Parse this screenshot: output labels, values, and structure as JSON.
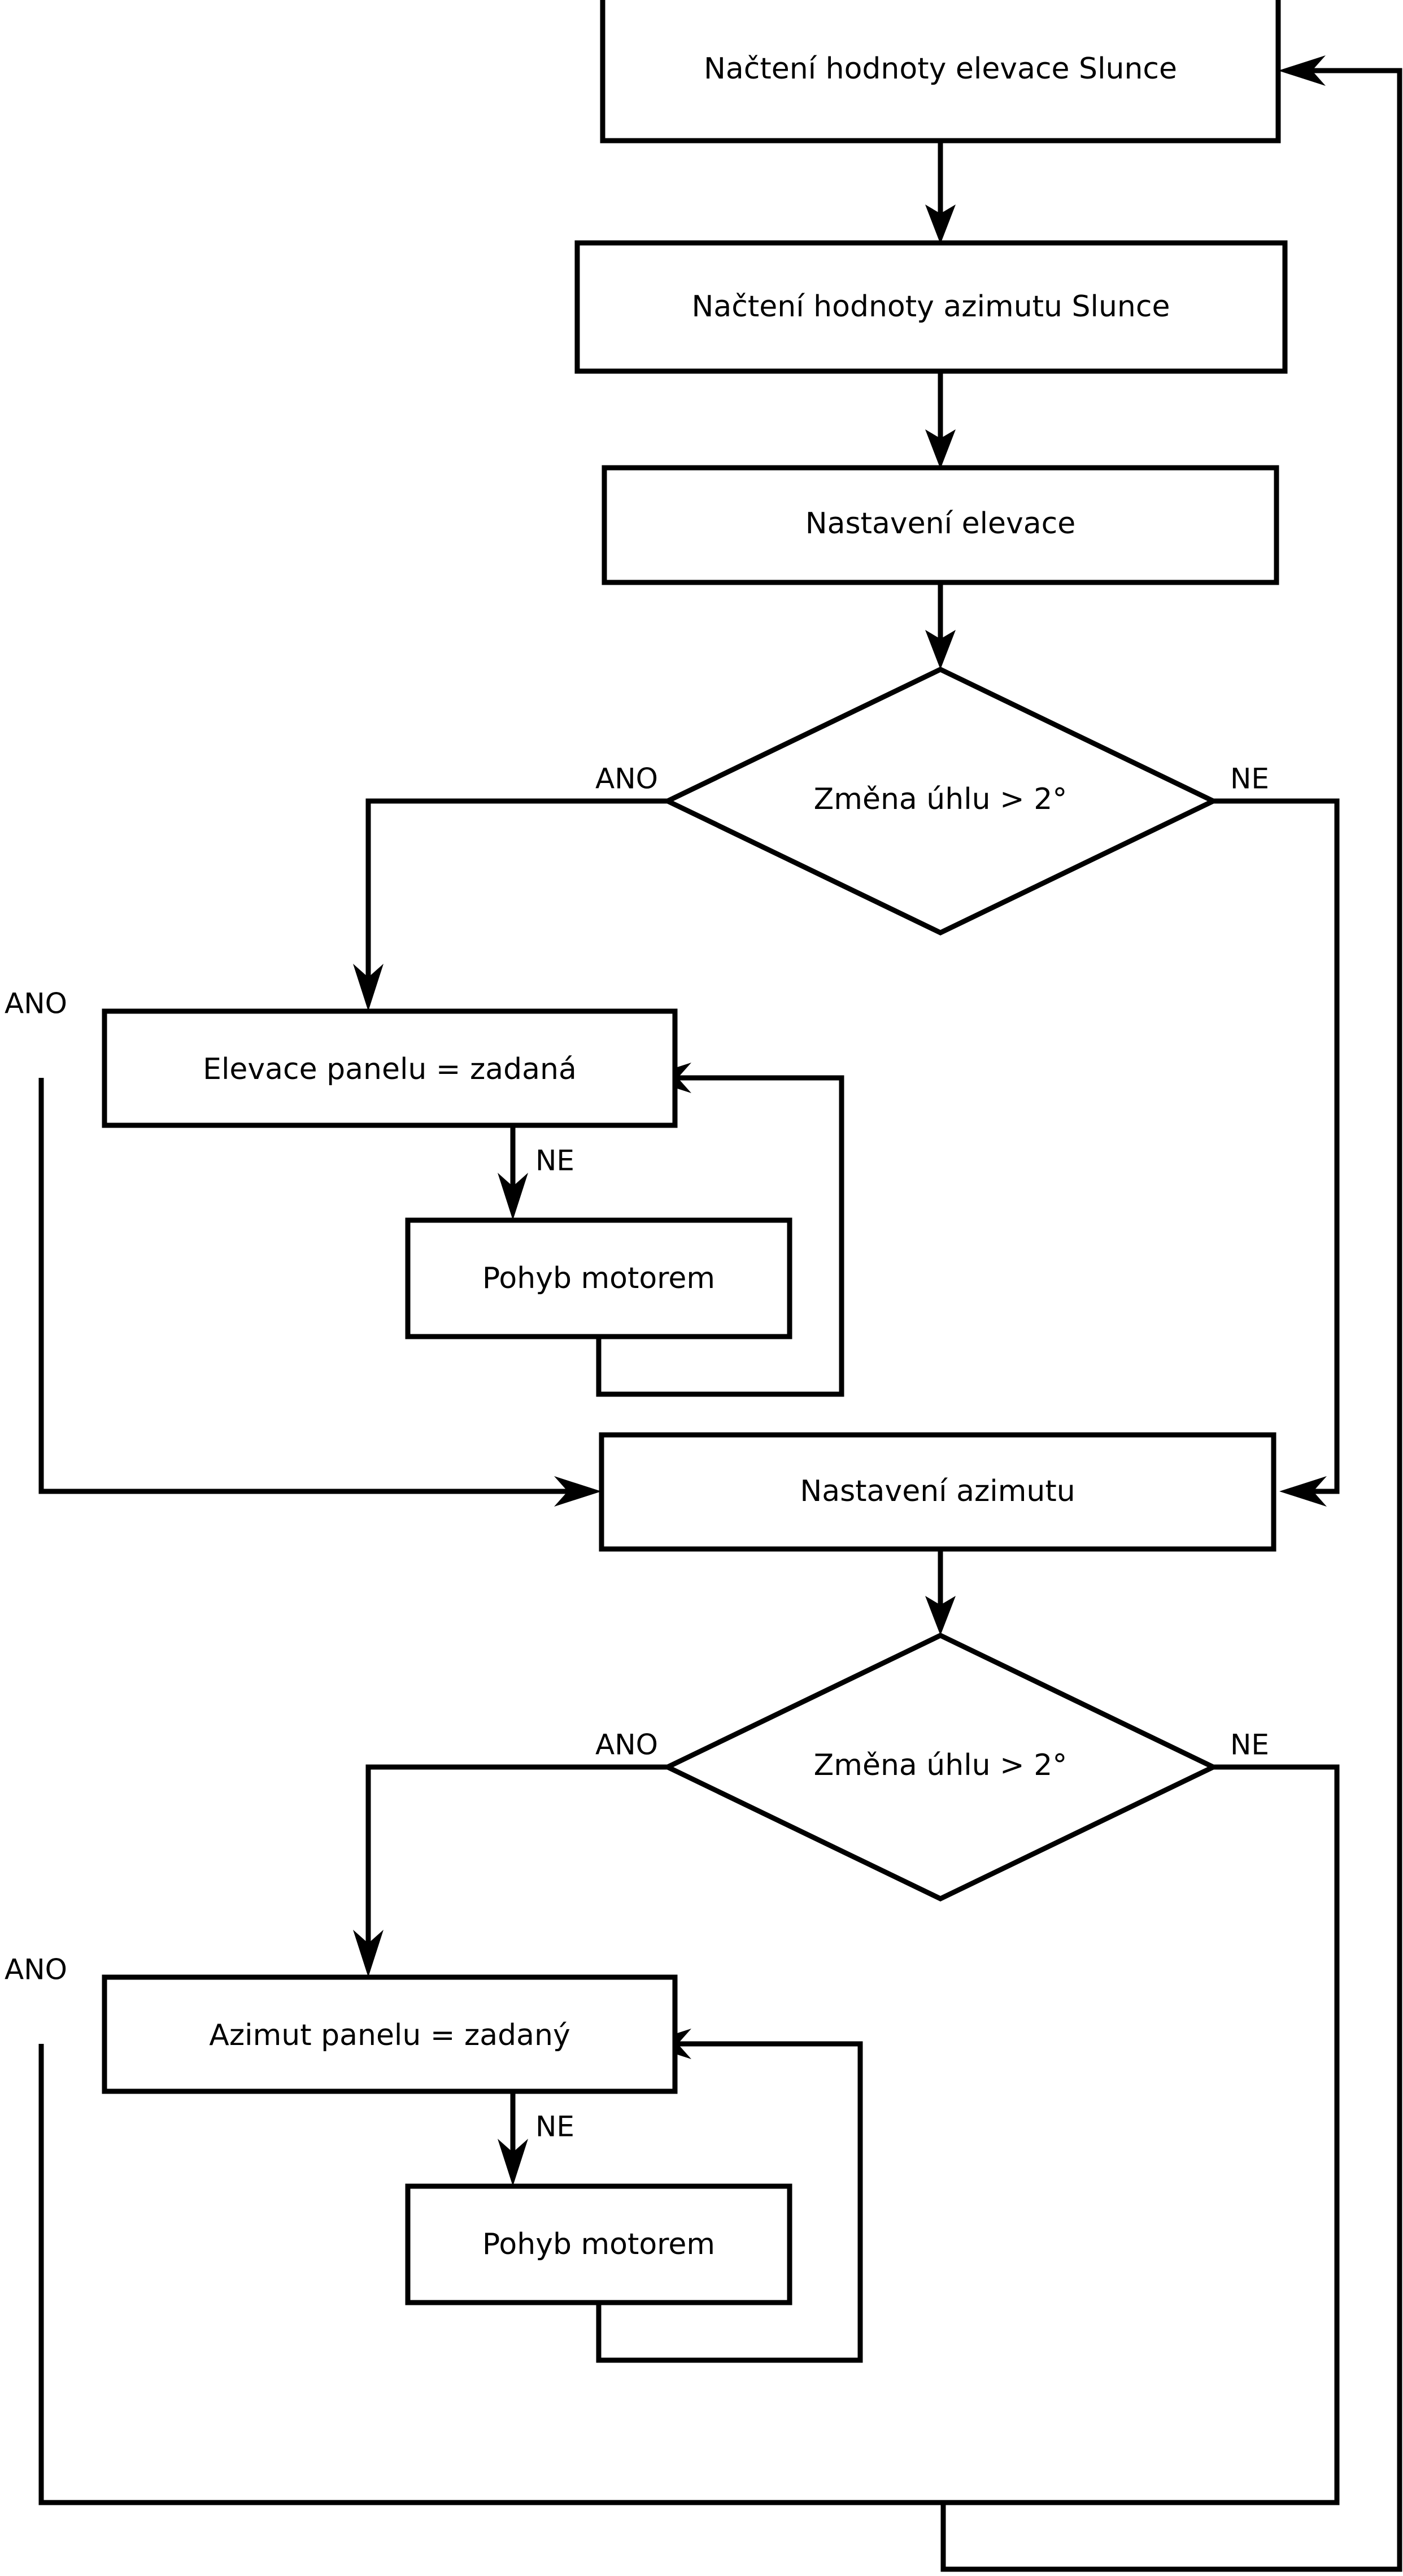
{
  "diagram": {
    "type": "flowchart",
    "language": "cs",
    "orientation": "top-to-bottom",
    "colors": {
      "stroke": "#000000",
      "fill": "#ffffff",
      "text": "#000000",
      "background": "#ffffff"
    },
    "nodes": [
      {
        "id": "read_elevation",
        "shape": "process",
        "label": "Načtení hodnoty elevace Slunce"
      },
      {
        "id": "read_azimuth",
        "shape": "process",
        "label": "Načtení hodnoty azimutu Slunce"
      },
      {
        "id": "set_elevation",
        "shape": "process",
        "label": "Nastavení elevace"
      },
      {
        "id": "decide_elev",
        "shape": "decision",
        "label": "Změna úhlu > 2°"
      },
      {
        "id": "panel_elev_eq",
        "shape": "process",
        "label": "Elevace panelu = zadaná"
      },
      {
        "id": "motor_move_1",
        "shape": "process",
        "label": "Pohyb motorem"
      },
      {
        "id": "set_azimuth",
        "shape": "process",
        "label": "Nastavení azimutu"
      },
      {
        "id": "decide_azim",
        "shape": "decision",
        "label": "Změna úhlu > 2°"
      },
      {
        "id": "panel_azim_eq",
        "shape": "process",
        "label": "Azimut panelu = zadaný"
      },
      {
        "id": "motor_move_2",
        "shape": "process",
        "label": "Pohyb motorem"
      }
    ],
    "edge_labels": [
      {
        "id": "elev_yes",
        "text": "ANO",
        "from": "decide_elev",
        "to": "panel_elev_eq"
      },
      {
        "id": "elev_no",
        "text": "NE",
        "from": "decide_elev",
        "to": "set_azimuth"
      },
      {
        "id": "pe_yes",
        "text": "ANO",
        "from": "panel_elev_eq",
        "to": "set_azimuth"
      },
      {
        "id": "pe_no",
        "text": "NE",
        "from": "panel_elev_eq",
        "to": "motor_move_1"
      },
      {
        "id": "azim_yes",
        "text": "ANO",
        "from": "decide_azim",
        "to": "panel_azim_eq"
      },
      {
        "id": "azim_no",
        "text": "NE",
        "from": "decide_azim",
        "to": "read_elevation"
      },
      {
        "id": "pa_yes",
        "text": "ANO",
        "from": "panel_azim_eq",
        "to": "read_elevation"
      },
      {
        "id": "pa_no",
        "text": "NE",
        "from": "panel_azim_eq",
        "to": "motor_move_2"
      }
    ]
  }
}
